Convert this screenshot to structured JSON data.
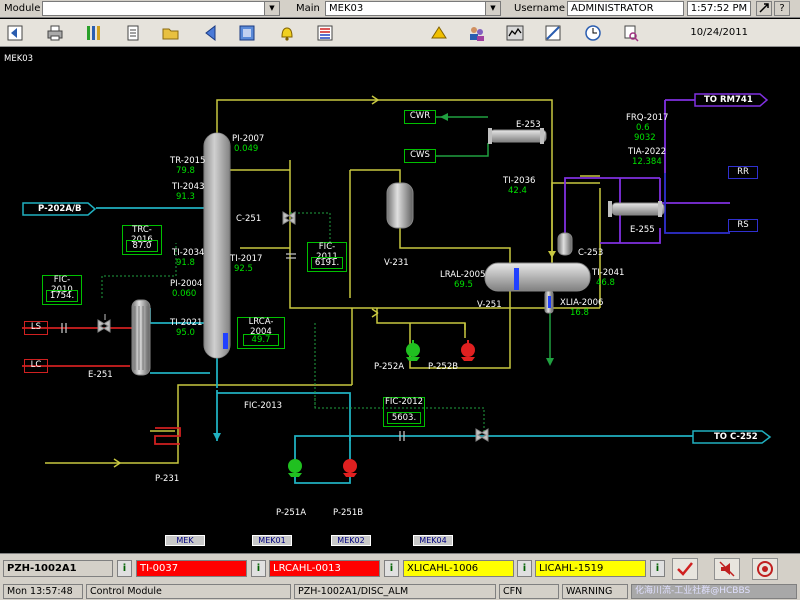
{
  "topbar": {
    "module_label": "Module",
    "module_value": "",
    "main_label": "Main",
    "main_value": "MEK03",
    "username_label": "Username",
    "username_value": "ADMINISTRATOR",
    "time": "1:57:52 PM"
  },
  "toolbar": {
    "date": "10/24/2011"
  },
  "graphic": {
    "page_name": "MEK03",
    "arrows": {
      "to_rm741": "TO RM741",
      "p202ab": "P-202A/B",
      "to_c252": "TO C-252",
      "rr": "RR",
      "rs": "RS"
    },
    "equipment": {
      "c251": "C-251",
      "e251": "E-251",
      "e253": "E-253",
      "e255": "E-255",
      "v231": "V-231",
      "v251": "V-251",
      "c253": "C-253",
      "p231": "P-231",
      "p252a": "P-252A",
      "p252b": "P-252B",
      "p251a": "P-251A",
      "p251b": "P-251B",
      "cwr": "CWR",
      "cws": "CWS",
      "ls": "LS",
      "lc": "LC",
      "fic2013": "FIC-2013"
    },
    "tags": {
      "pi2007": {
        "tag": "PI-2007",
        "value": "0.049"
      },
      "tr2015": {
        "tag": "TR-2015",
        "value": "79.8"
      },
      "ti2043": {
        "tag": "TI-2043",
        "value": "91.3"
      },
      "trc2016": {
        "tag": "TRC-2016",
        "value": "87.0"
      },
      "ti2034": {
        "tag": "TI-2034",
        "value": "91.8"
      },
      "ti2017": {
        "tag": "TI-2017",
        "value": "92.5"
      },
      "fic2011": {
        "tag": "FIC-2011",
        "value": "6191."
      },
      "fic2010": {
        "tag": "FIC-2010",
        "value": "1754."
      },
      "pi2004": {
        "tag": "PI-2004",
        "value": "0.060"
      },
      "ti2021": {
        "tag": "TI-2021",
        "value": "95.0"
      },
      "lrca2004": {
        "tag": "LRCA-2004",
        "value": "49.7"
      },
      "ti2036": {
        "tag": "TI-2036",
        "value": "42.4"
      },
      "lral2005": {
        "tag": "LRAL-2005",
        "value": "69.5"
      },
      "ti2041": {
        "tag": "TI-2041",
        "value": "46.8"
      },
      "xlia2006": {
        "tag": "XLIA-2006",
        "value": "16.8"
      },
      "frq2017": {
        "tag": "FRQ-2017",
        "value": "0.6",
        "value2": "9032"
      },
      "tia2022": {
        "tag": "TIA-2022",
        "value": "12.384"
      },
      "fic2012": {
        "tag": "FIC-2012",
        "value": "5603."
      }
    },
    "nav_buttons": [
      "MEK",
      "MEK01",
      "MEK02",
      "MEK04"
    ]
  },
  "alarmbar": {
    "station": "PZH-1002A1",
    "alarms": [
      {
        "text": "TI-0037",
        "color": "#ff0000",
        "text_color": "#ffffff"
      },
      {
        "text": "LRCAHL-0013",
        "color": "#ff0000",
        "text_color": "#ffffff"
      },
      {
        "text": "XLICAHL-1006",
        "color": "#ffff00",
        "text_color": "#000000"
      },
      {
        "text": "LICAHL-1519",
        "color": "#ffff00",
        "text_color": "#000000"
      }
    ],
    "status": {
      "datetime": "Mon 13:57:48",
      "type": "Control Module",
      "path": "PZH-1002A1/DISC_ALM",
      "code": "CFN",
      "level": "WARNING"
    },
    "watermark": "化海川流-工业社群@HCBBS"
  }
}
